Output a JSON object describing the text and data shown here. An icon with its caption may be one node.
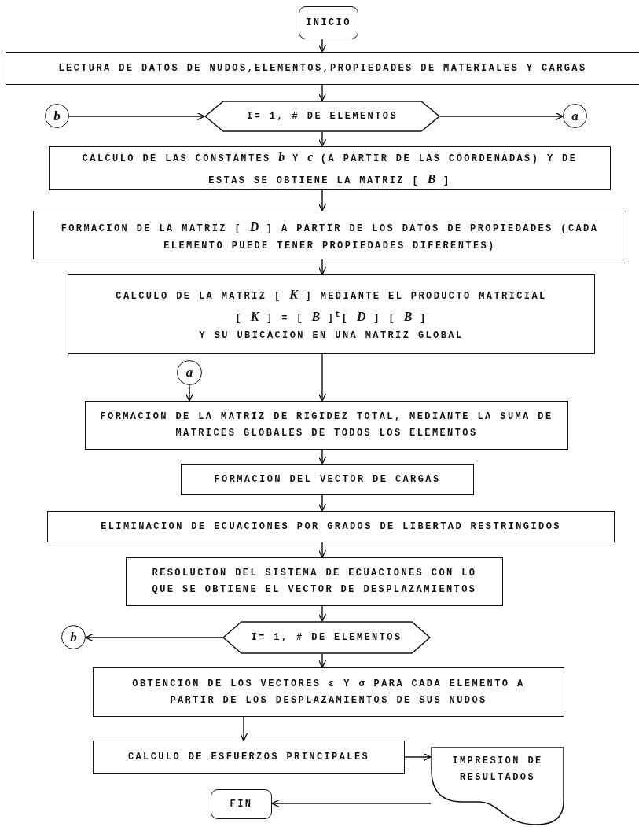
{
  "diagram": {
    "nodes": [
      {
        "text": [
          "INICIO"
        ]
      },
      {
        "text": [
          "LECTURA DE DATOS DE NUDOS,ELEMENTOS,PROPIEDADES DE MATERIALES Y CARGAS"
        ]
      },
      {
        "text": [
          "b"
        ]
      },
      {
        "text": [
          "I= 1, # DE ELEMENTOS"
        ]
      },
      {
        "text": [
          "a"
        ]
      },
      {
        "text": [
          "CALCULO DE LAS CONSTANTES *b* Y *c* (A PARTIR DE LAS COORDENADAS) Y DE ESTAS SE OBTIENE LA MATRIZ [ *B* ]"
        ]
      },
      {
        "text": [
          "FORMACION DE LA MATRIZ [ *D* ] A PARTIR DE LOS DATOS DE PROPIEDADES (CADA ELEMENTO PUEDE TENER PROPIEDADES DIFERENTES)"
        ]
      },
      {
        "text": [
          "CALCULO DE LA MATRIZ [ *K* ] MEDIANTE EL PRODUCTO MATRICIAL",
          "[ *K* ] = [ *B* ]$^{t}$[ *D* ] [ *B* ]",
          "Y SU UBICACION EN UNA MATRIZ GLOBAL"
        ]
      },
      {
        "text": [
          "a"
        ]
      },
      {
        "text": [
          "FORMACION DE LA MATRIZ DE RIGIDEZ TOTAL, MEDIANTE LA SUMA DE MATRICES GLOBALES DE TODOS LOS ELEMENTOS"
        ]
      },
      {
        "text": [
          "FORMACION DEL VECTOR DE CARGAS"
        ]
      },
      {
        "text": [
          "ELIMINACION DE ECUACIONES POR GRADOS DE LIBERTAD RESTRINGIDOS"
        ]
      },
      {
        "text": [
          "RESOLUCION DEL SISTEMA DE ECUACIONES CON LO QUE SE OBTIENE EL VECTOR DE DESPLAZAMIENTOS"
        ]
      },
      {
        "text": [
          "b"
        ]
      },
      {
        "text": [
          "I= 1, # DE ELEMENTOS"
        ]
      },
      {
        "text": [
          "OBTENCION DE LOS VECTORES ε Y σ PARA CADA ELEMENTO A PARTIR DE LOS DESPLAZAMIENTOS DE SUS NUDOS"
        ]
      },
      {
        "text": [
          "CALCULO DE ESFUERZOS PRINCIPALES"
        ]
      },
      {
        "text": [
          "IMPRESION DE RESULTADOS"
        ]
      },
      {
        "text": [
          "FIN"
        ]
      }
    ],
    "edges": [
      {
        "from": 0,
        "to": 1,
        "arrow": "to"
      },
      {
        "from": 1,
        "to": 3,
        "arrow": "to"
      },
      {
        "from": 2,
        "to": 3,
        "arrow": "to"
      },
      {
        "from": 3,
        "to": 4,
        "arrow": "to"
      },
      {
        "from": 3,
        "to": 5,
        "arrow": "to"
      },
      {
        "from": 5,
        "to": 6,
        "arrow": "to"
      },
      {
        "from": 6,
        "to": 7,
        "arrow": "to"
      },
      {
        "from": 7,
        "to": 9,
        "arrow": "to"
      },
      {
        "from": 8,
        "to": 9,
        "arrow": "to"
      },
      {
        "from": 9,
        "to": 10,
        "arrow": "to"
      },
      {
        "from": 10,
        "to": 11,
        "arrow": "to"
      },
      {
        "from": 11,
        "to": 12,
        "arrow": "to"
      },
      {
        "from": 12,
        "to": 14,
        "arrow": "to"
      },
      {
        "from": 14,
        "to": 13,
        "arrow": "to"
      },
      {
        "from": 14,
        "to": 15,
        "arrow": "to"
      },
      {
        "from": 15,
        "to": 16,
        "arrow": "to"
      },
      {
        "from": 16,
        "to": 17,
        "arrow": "to"
      },
      {
        "from": 17,
        "to": 18,
        "arrow": "to"
      }
    ]
  }
}
